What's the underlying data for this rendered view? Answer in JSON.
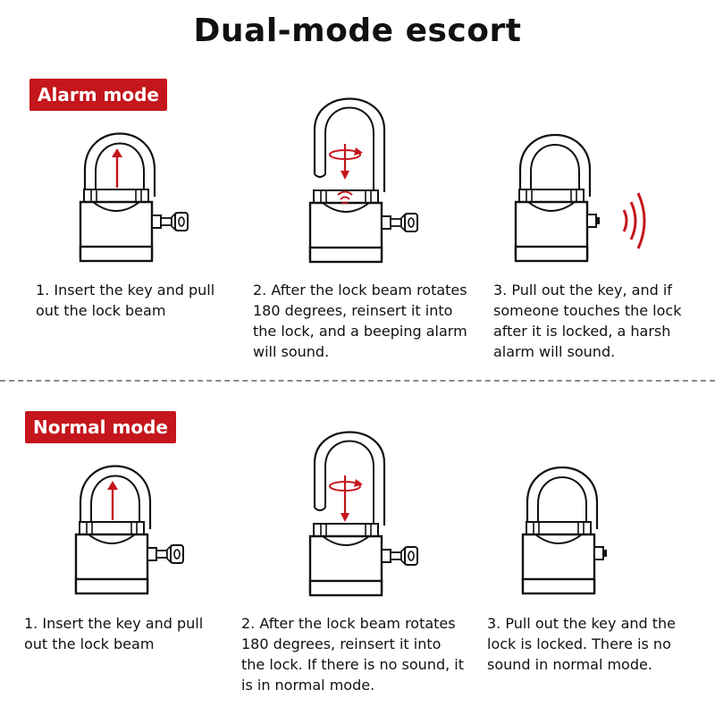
{
  "title": "Dual-mode escort",
  "colors": {
    "accent": "#c4161c",
    "ink": "#111111"
  },
  "sections": [
    {
      "label": "Alarm mode",
      "steps": [
        {
          "caption": "1. Insert the key and pull out the lock beam",
          "illustration": "padlock-with-key-unlocked-icon"
        },
        {
          "caption": "2. After the lock beam rotates 180 degrees, reinsert it into the lock, and a beeping alarm will sound.",
          "illustration": "padlock-rotate-beep-icon"
        },
        {
          "caption": "3. Pull out the key, and if someone touches the lock after it is locked, a harsh alarm will sound.",
          "illustration": "padlock-locked-alarm-icon"
        }
      ]
    },
    {
      "label": "Normal mode",
      "steps": [
        {
          "caption": "1. Insert the key and pull out the lock beam",
          "illustration": "padlock-with-key-unlocked-icon"
        },
        {
          "caption": "2. After the lock beam rotates 180 degrees, reinsert it into the lock. If there is no sound, it is in normal mode.",
          "illustration": "padlock-rotate-icon"
        },
        {
          "caption": "3. Pull out the key and the lock is locked. There is no sound in normal mode.",
          "illustration": "padlock-locked-icon"
        }
      ]
    }
  ]
}
